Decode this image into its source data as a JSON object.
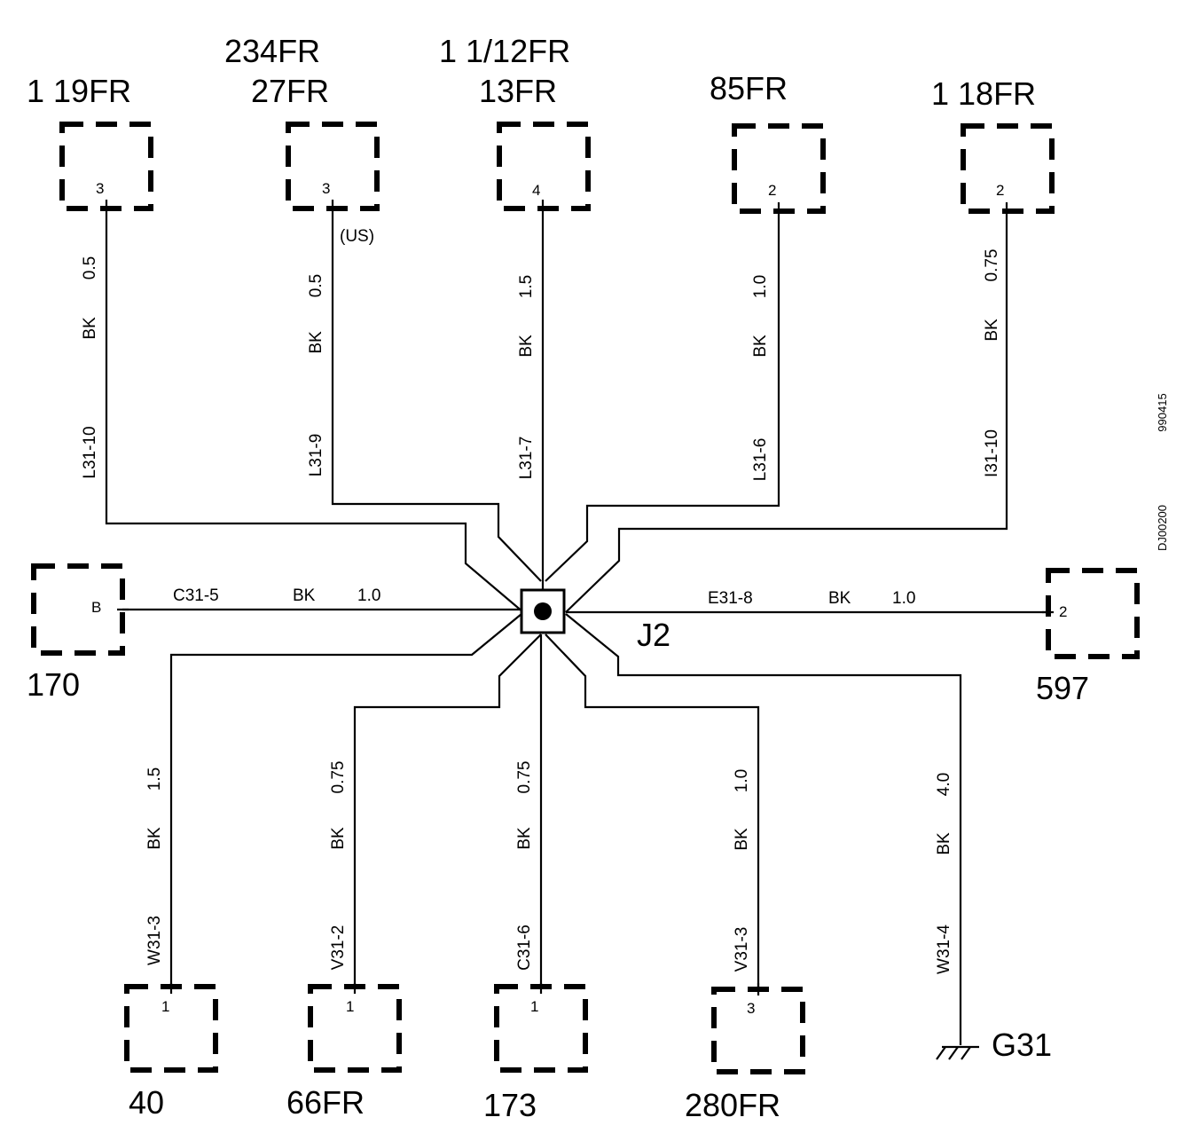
{
  "junction": {
    "label": "J2"
  },
  "ground": {
    "label": "G31"
  },
  "corner_codes": [
    "990415",
    "DJ00200"
  ],
  "connectors": [
    {
      "id": "119fr",
      "title_lines": [
        "1 19FR"
      ],
      "pin": "3"
    },
    {
      "id": "27fr",
      "title_lines": [
        "234FR",
        "27FR"
      ],
      "pin": "3",
      "note": "(US)"
    },
    {
      "id": "13fr",
      "title_lines": [
        "1 1/12FR",
        "13FR"
      ],
      "pin": "4"
    },
    {
      "id": "85fr",
      "title_lines": [
        "85FR"
      ],
      "pin": "2"
    },
    {
      "id": "118fr",
      "title_lines": [
        "1 18FR"
      ],
      "pin": "2"
    },
    {
      "id": "170",
      "title_lines": [
        "170"
      ],
      "pin": "B"
    },
    {
      "id": "597",
      "title_lines": [
        "597"
      ],
      "pin": "2"
    },
    {
      "id": "40",
      "title_lines": [
        "40"
      ],
      "pin": "1"
    },
    {
      "id": "66fr",
      "title_lines": [
        "66FR"
      ],
      "pin": "1"
    },
    {
      "id": "173",
      "title_lines": [
        "173"
      ],
      "pin": "1"
    },
    {
      "id": "280fr",
      "title_lines": [
        "280FR"
      ],
      "pin": "3"
    }
  ],
  "wires": [
    {
      "id": "119fr",
      "code": "L31-10",
      "color": "BK",
      "size": "0.5"
    },
    {
      "id": "27fr",
      "code": "L31-9",
      "color": "BK",
      "size": "0.5"
    },
    {
      "id": "13fr",
      "code": "L31-7",
      "color": "BK",
      "size": "1.5"
    },
    {
      "id": "85fr",
      "code": "L31-6",
      "color": "BK",
      "size": "1.0"
    },
    {
      "id": "118fr",
      "code": "I31-10",
      "color": "BK",
      "size": "0.75"
    },
    {
      "id": "170",
      "code": "C31-5",
      "color": "BK",
      "size": "1.0"
    },
    {
      "id": "597",
      "code": "E31-8",
      "color": "BK",
      "size": "1.0"
    },
    {
      "id": "40",
      "code": "W31-3",
      "color": "BK",
      "size": "1.5"
    },
    {
      "id": "66fr",
      "code": "V31-2",
      "color": "BK",
      "size": "0.75"
    },
    {
      "id": "173",
      "code": "C31-6",
      "color": "BK",
      "size": "0.75"
    },
    {
      "id": "280fr",
      "code": "V31-3",
      "color": "BK",
      "size": "1.0"
    },
    {
      "id": "g31",
      "code": "W31-4",
      "color": "BK",
      "size": "4.0"
    }
  ]
}
